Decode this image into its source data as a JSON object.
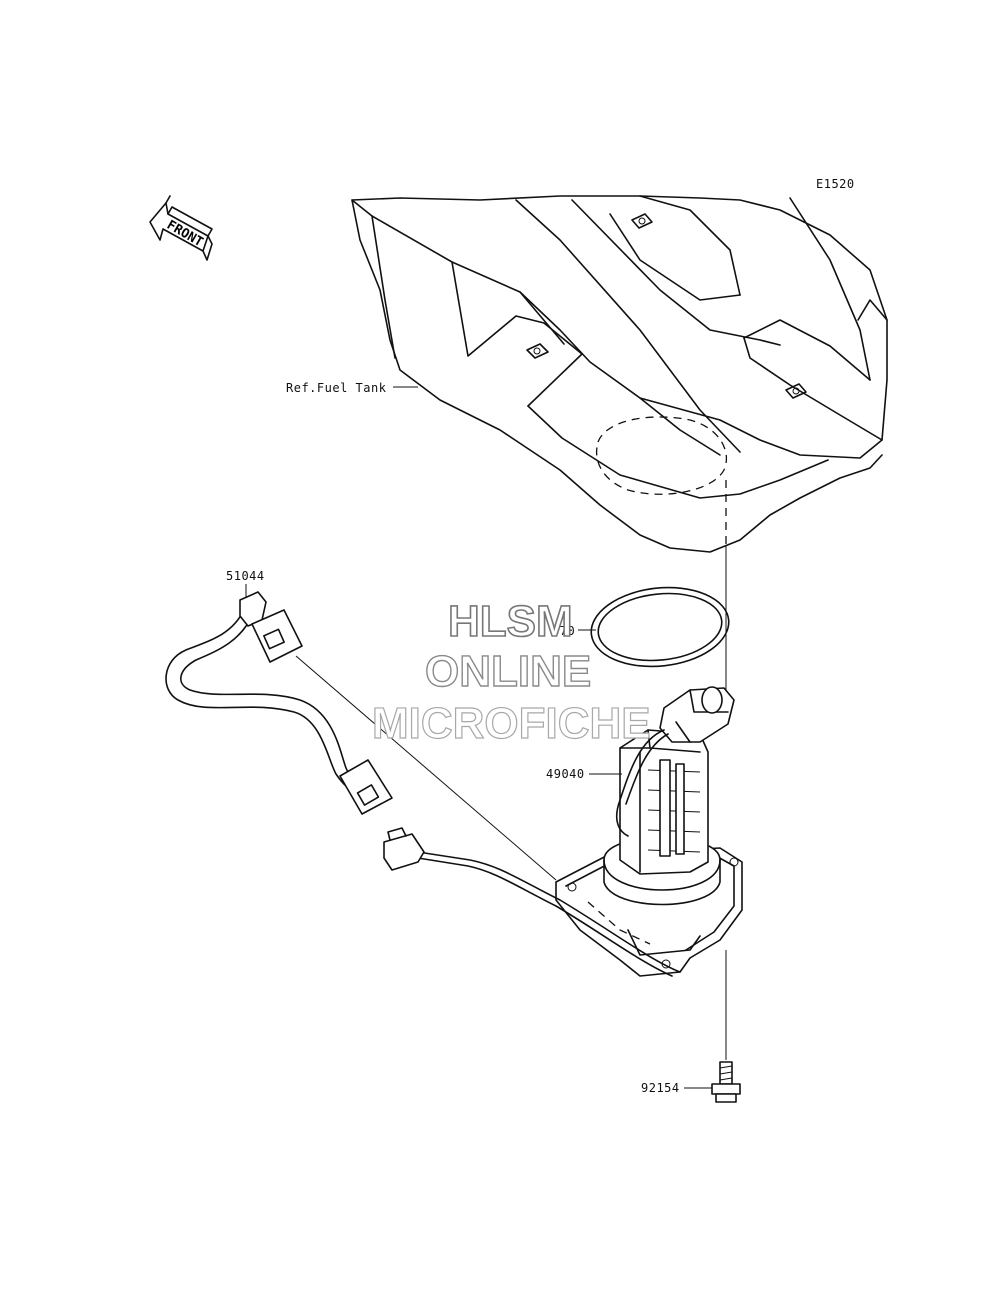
{
  "diagram_id": "E1520",
  "front_arrow": {
    "text": "FRONT"
  },
  "labels": {
    "fuel_tank": "Ref.Fuel Tank",
    "hose_assy": "51044",
    "gasket": "670",
    "fuel_pump": "49040",
    "bolt": "92154"
  },
  "watermark": {
    "line1": "HLSM",
    "line2": "ONLINE",
    "line3": "MICROFICHE"
  }
}
